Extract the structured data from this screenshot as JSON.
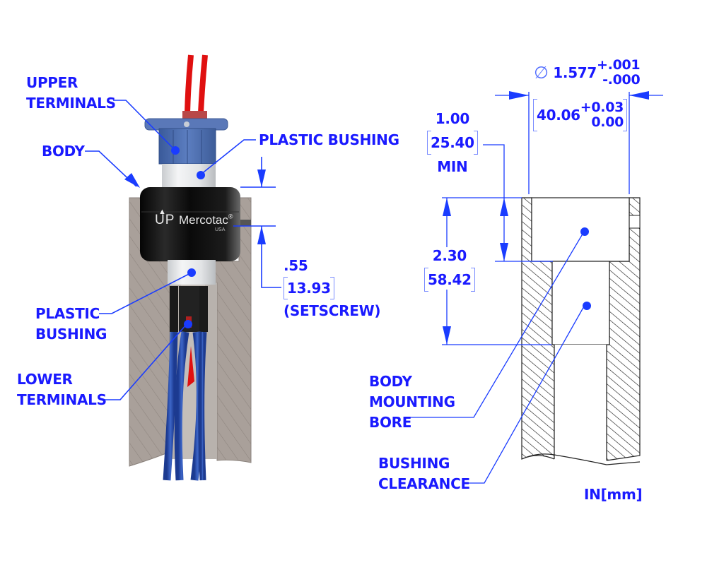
{
  "left_view": {
    "labels": {
      "upper_terminals": [
        "UPPER",
        "TERMINALS"
      ],
      "body": [
        "BODY"
      ],
      "plastic_bushing_top": [
        "PLASTIC BUSHING"
      ],
      "plastic_bushing_lower": [
        "PLASTIC",
        "BUSHING"
      ],
      "lower_terminals": [
        "LOWER",
        "TERMINALS"
      ]
    },
    "setscrew_dimension": {
      "inches": ".55",
      "mm": "13.93",
      "note": "(SETSCREW)"
    },
    "body_logo": {
      "up_mark": "UP",
      "brand": "Mercotac",
      "registered": "®",
      "country": "USA"
    }
  },
  "right_view": {
    "diameter": {
      "symbol": "∅",
      "inches": "1.577",
      "tol_plus_in": "+.001",
      "tol_minus_in": "-.000",
      "mm": "40.06",
      "tol_plus_mm": "+0.03",
      "tol_minus_mm": "0.00"
    },
    "min_depth": {
      "inches": "1.00",
      "mm": "25.40",
      "note": "MIN"
    },
    "total_depth": {
      "inches": "2.30",
      "mm": "58.42"
    },
    "labels": {
      "body_mounting_bore": [
        "BODY",
        "MOUNTING",
        "BORE"
      ],
      "bushing_clearance": [
        "BUSHING",
        "CLEARANCE"
      ]
    },
    "units": "IN[mm]"
  },
  "colors": {
    "annotation_blue": "#1a1aff",
    "leader_blue": "#1a3cff",
    "wire_red": "#e01010",
    "wire_blue": "#2a4fb0",
    "body_black": "#111111",
    "block_gray": "#a89f98"
  }
}
